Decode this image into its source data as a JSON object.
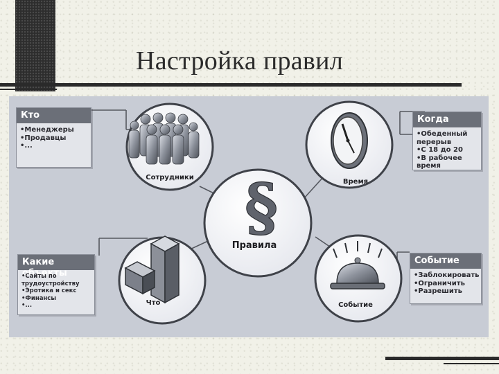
{
  "slide": {
    "title": "Настройка правил"
  },
  "diagram": {
    "center": {
      "label": "Правила"
    },
    "nodes": {
      "employees": {
        "label": "Сотрудники"
      },
      "time": {
        "label": "Время"
      },
      "objects": {
        "label": "Что"
      },
      "event": {
        "label": "Событие"
      }
    },
    "boxes": {
      "who": {
        "title": "Кто",
        "items": [
          "•Менеджеры",
          "•Продавцы",
          "•..."
        ]
      },
      "when": {
        "title": "Когда",
        "items": [
          "•Обеденный",
          "перерыв",
          "•С 18 до 20",
          "•В рабочее время"
        ]
      },
      "what": {
        "title": "Какие объекты",
        "items": [
          "•Сайты по",
          "трудоустройству",
          "•Эротика и секс",
          "•Финансы",
          "•..."
        ]
      },
      "event": {
        "title": "Событие",
        "items": [
          "•Заблокировать",
          "•Ограничить",
          "•Разрешить"
        ]
      }
    }
  },
  "colors": {
    "panel": "#c8ccd5",
    "box_header": "#6b6f78",
    "box_body": "#e3e5ea",
    "rule": "#2a2a2a"
  },
  "icons": {
    "center": "section-sign-icon",
    "employees": "people-group-icon",
    "time": "clock-icon",
    "objects": "cube-stack-icon",
    "event": "service-bell-icon"
  }
}
